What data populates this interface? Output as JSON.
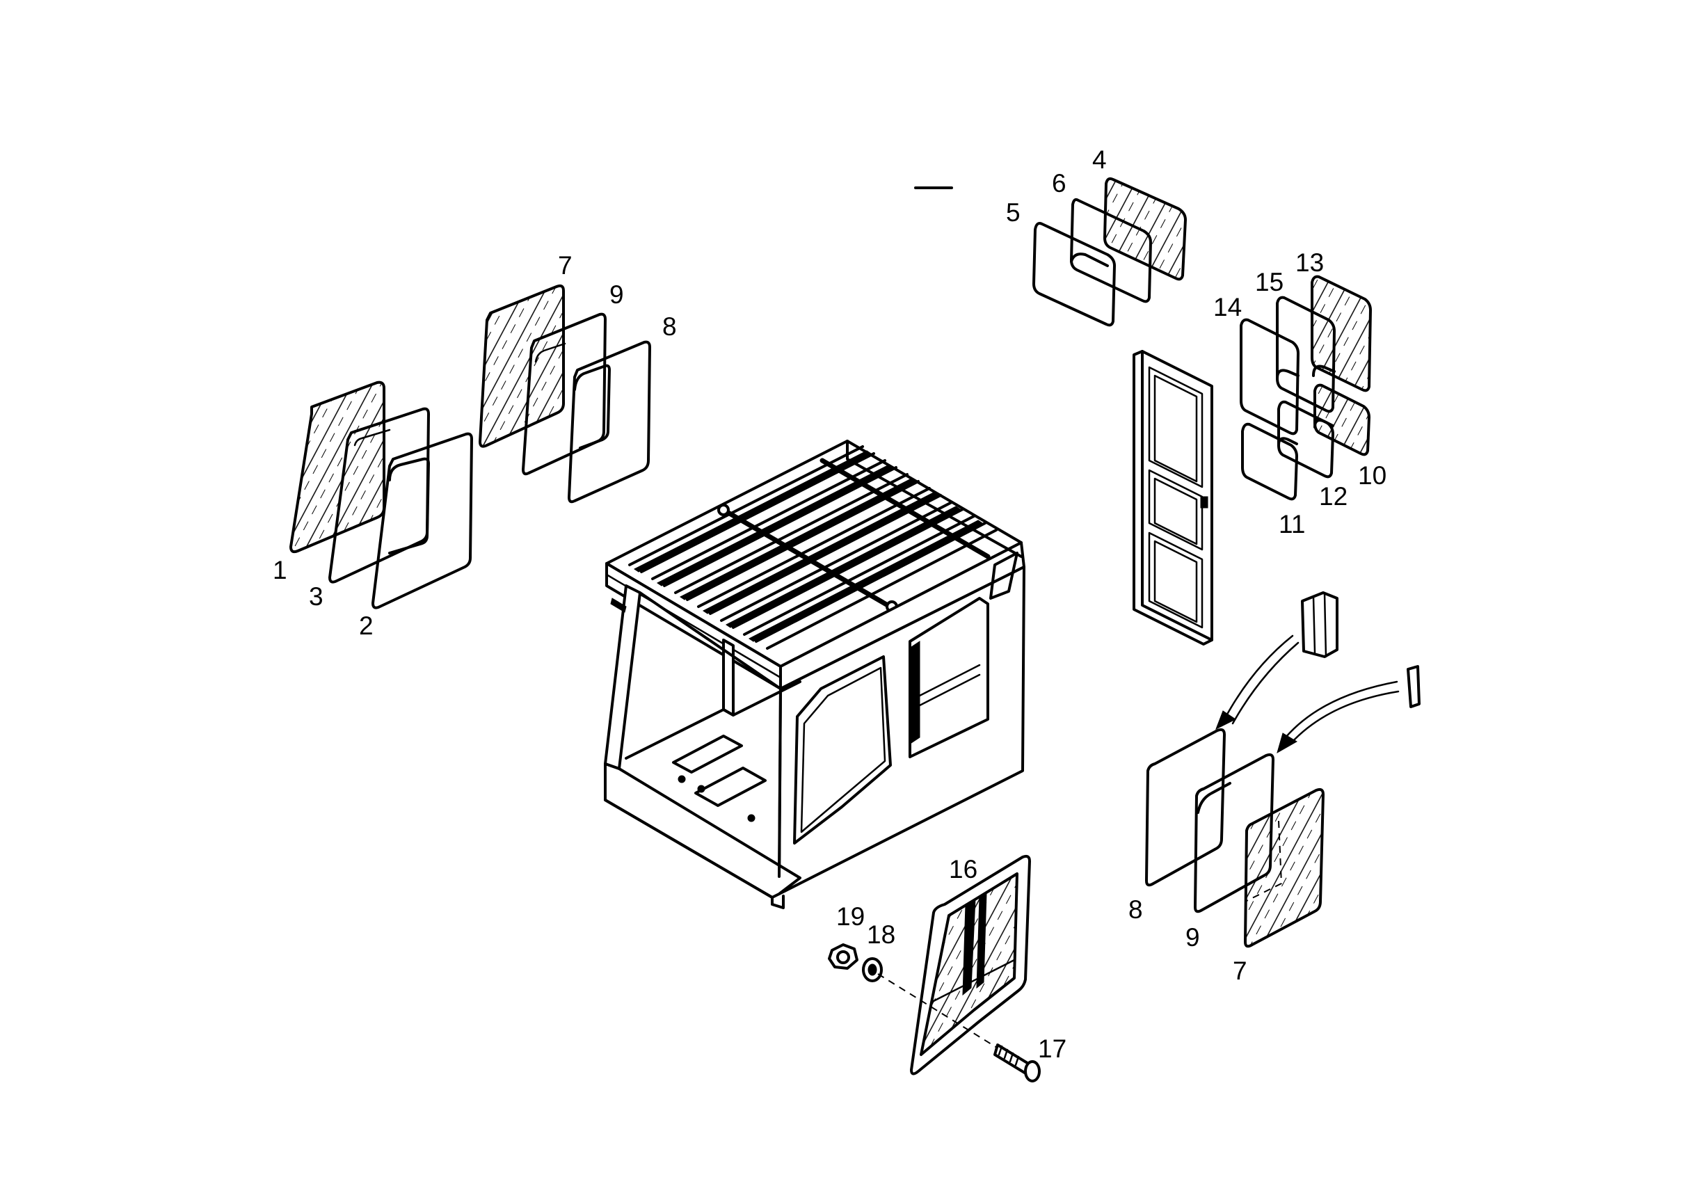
{
  "callouts": [
    {
      "id": "c-left-1",
      "text": "1"
    },
    {
      "id": "c-left-3",
      "text": "3"
    },
    {
      "id": "c-left-2",
      "text": "2"
    },
    {
      "id": "c-upper-7",
      "text": "7"
    },
    {
      "id": "c-upper-9",
      "text": "9"
    },
    {
      "id": "c-upper-8",
      "text": "8"
    },
    {
      "id": "c-top-4",
      "text": "4"
    },
    {
      "id": "c-top-6",
      "text": "6"
    },
    {
      "id": "c-top-5",
      "text": "5"
    },
    {
      "id": "c-door-13",
      "text": "13"
    },
    {
      "id": "c-door-15",
      "text": "15"
    },
    {
      "id": "c-door-14",
      "text": "14"
    },
    {
      "id": "c-door-10",
      "text": "10"
    },
    {
      "id": "c-door-12",
      "text": "12"
    },
    {
      "id": "c-door-11",
      "text": "11"
    },
    {
      "id": "c-front-16",
      "text": "16"
    },
    {
      "id": "c-front-19",
      "text": "19"
    },
    {
      "id": "c-front-18",
      "text": "18"
    },
    {
      "id": "c-front-17",
      "text": "17"
    },
    {
      "id": "c-lower-8",
      "text": "8"
    },
    {
      "id": "c-lower-9",
      "text": "9"
    },
    {
      "id": "c-lower-7",
      "text": "7"
    }
  ]
}
